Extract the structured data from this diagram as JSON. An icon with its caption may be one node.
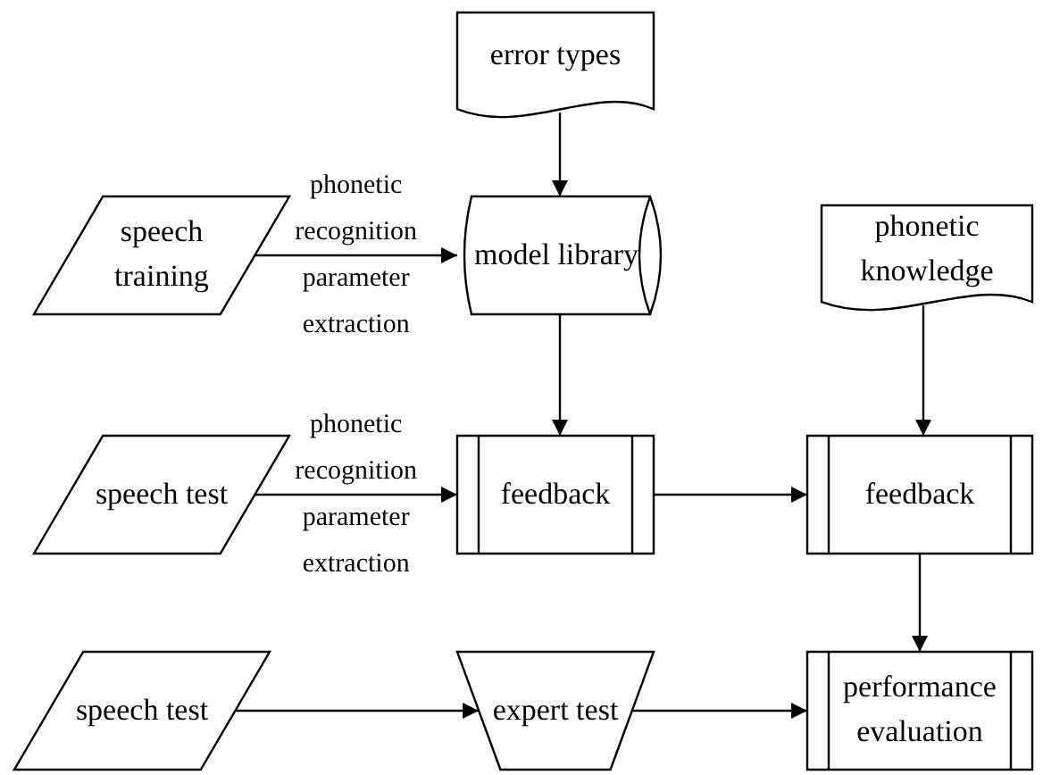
{
  "diagram": {
    "nodes": [
      {
        "text": [
          "error types"
        ]
      },
      {
        "text": [
          "speech training"
        ]
      },
      {
        "text": [
          "model library"
        ]
      },
      {
        "text": [
          "phonetic knowledge"
        ]
      },
      {
        "text": [
          "speech test"
        ]
      },
      {
        "text": [
          "feedback"
        ]
      },
      {
        "text": [
          "feedback"
        ]
      },
      {
        "text": [
          "speech test"
        ]
      },
      {
        "text": [
          "expert test"
        ]
      },
      {
        "text": [
          "performance evaluation"
        ]
      }
    ],
    "edges": [
      {
        "from": 0,
        "to": 2,
        "arrow": "to"
      },
      {
        "from": 1,
        "to": 2,
        "arrow": "to",
        "label": "phonetic recognition parameter extraction"
      },
      {
        "from": 2,
        "to": 5,
        "arrow": "to"
      },
      {
        "from": 3,
        "to": 6,
        "arrow": "to"
      },
      {
        "from": 4,
        "to": 5,
        "arrow": "to",
        "label": "phonetic recognition parameter extraction"
      },
      {
        "from": 5,
        "to": 6,
        "arrow": "to"
      },
      {
        "from": 6,
        "to": 9,
        "arrow": "to"
      },
      {
        "from": 7,
        "to": 8,
        "arrow": "to"
      },
      {
        "from": 8,
        "to": 9,
        "arrow": "to"
      }
    ]
  }
}
